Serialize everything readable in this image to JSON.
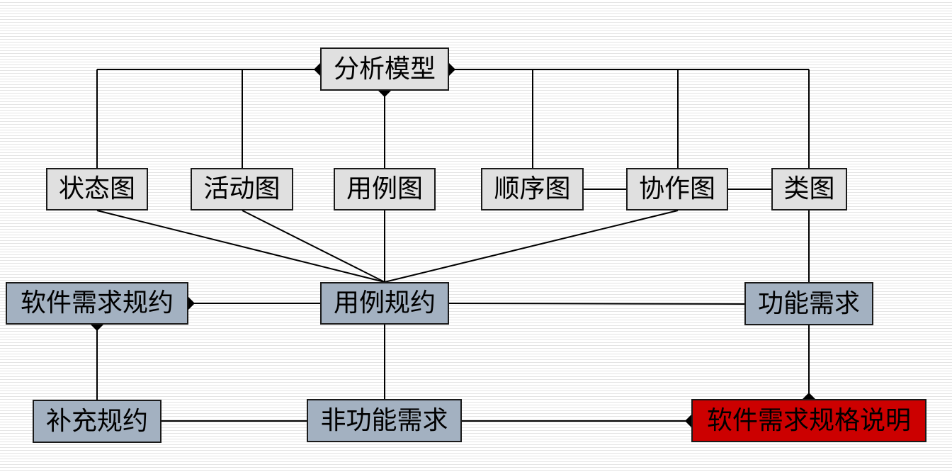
{
  "diagram": {
    "analysis_model": "分析模型",
    "state_diagram": "状态图",
    "activity_diagram": "活动图",
    "use_case_diagram": "用例图",
    "sequence_diagram": "顺序图",
    "collaboration_diagram": "协作图",
    "class_diagram": "类图",
    "software_requirements_protocol": "软件需求规约",
    "use_case_protocol": "用例规约",
    "functional_requirements": "功能需求",
    "supplementary_protocol": "补充规约",
    "non_functional_requirements": "非功能需求",
    "srs_document": "软件需求规格说明"
  },
  "colors": {
    "model_box": "#e0e0e0",
    "spec_box": "#a3b1c1",
    "final_box": "#cc0000",
    "line": "#000000"
  }
}
